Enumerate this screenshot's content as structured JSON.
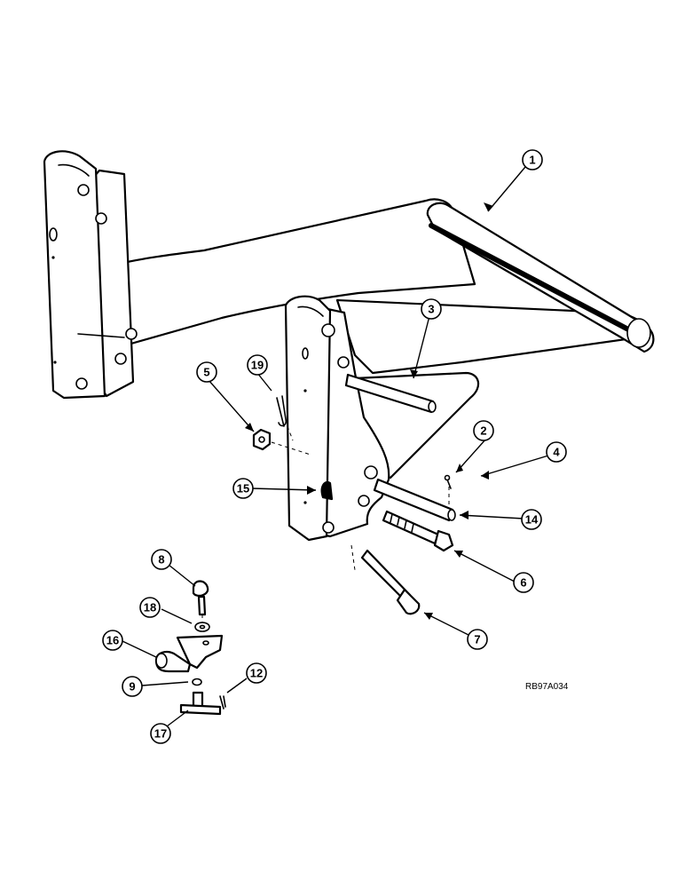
{
  "drawing": {
    "code": "RB97A034",
    "callouts": {
      "c1": "1",
      "c2": "2",
      "c3": "3",
      "c4": "4",
      "c5": "5",
      "c6": "6",
      "c7": "7",
      "c8": "8",
      "c9": "9",
      "c12": "12",
      "c14": "14",
      "c15": "15",
      "c16": "16",
      "c17": "17",
      "c18": "18",
      "c19": "19"
    }
  },
  "colors": {
    "line": "#000000",
    "background": "#ffffff"
  }
}
